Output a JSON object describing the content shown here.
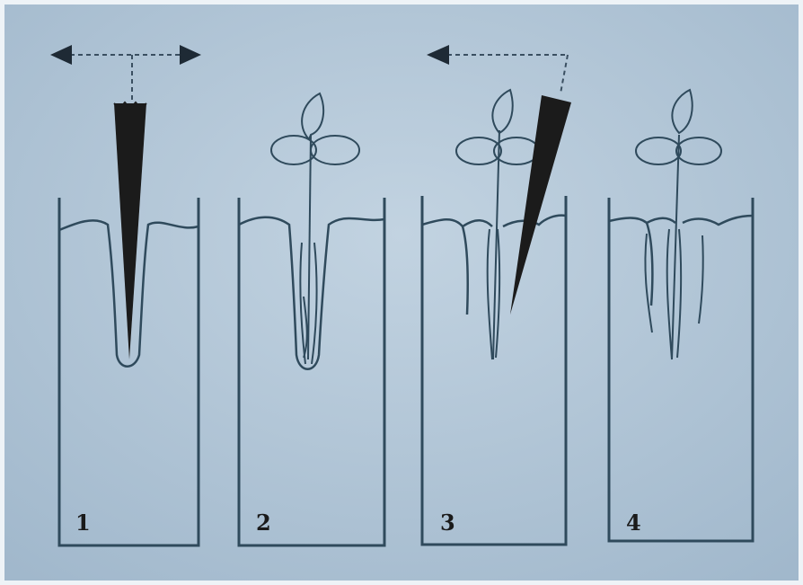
{
  "figure": {
    "colors": {
      "paper": "#a8bed1",
      "paper_light": "#c2d3e1",
      "ink": "#2f4a5c",
      "dibber": "#1b1b1b",
      "arrow": "#3a4f61",
      "number": "#1a1a1a"
    },
    "panels": [
      {
        "number": "1",
        "content": "dibber-in-soil",
        "arrow": "double-horizontal-arrow"
      },
      {
        "number": "2",
        "content": "seedling-in-hole",
        "arrow": "none"
      },
      {
        "number": "3",
        "content": "seedling-and-angled-dibber",
        "arrow": "left-arrow"
      },
      {
        "number": "4",
        "content": "planted-seedling",
        "arrow": "none"
      }
    ]
  }
}
